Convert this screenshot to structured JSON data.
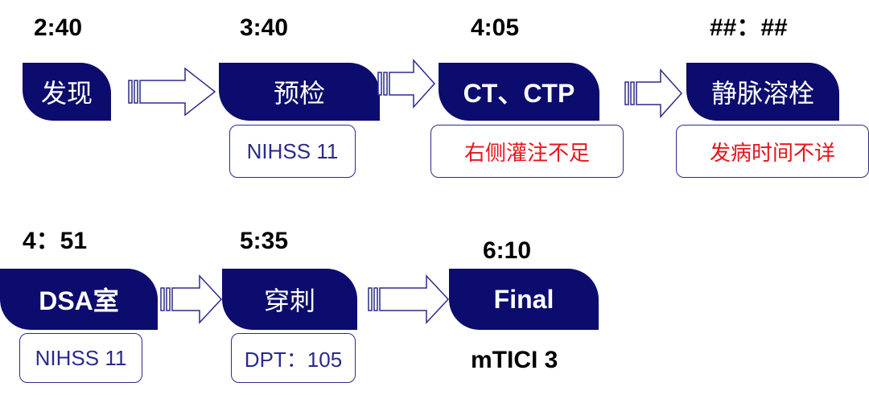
{
  "colors": {
    "stage_fill": "#0c0c6e",
    "stage_text": "#ffffff",
    "note_border": "#2b2b8c",
    "note_text_blue": "#2a2a8c",
    "note_text_red": "#e8141c",
    "arrow_stroke": "#2b2b8c"
  },
  "row1": {
    "steps": [
      {
        "time": "2:40",
        "stage": "发现"
      },
      {
        "time": "3:40",
        "stage": "预检",
        "note": "NIHSS 11"
      },
      {
        "time": "4:05",
        "stage": "CT、CTP",
        "note": "右侧灌注不足"
      },
      {
        "time": "##：##",
        "stage": "静脉溶栓",
        "note": "发病时间不详"
      }
    ]
  },
  "row2": {
    "steps": [
      {
        "time": "4：51",
        "stage": "DSA室",
        "note": "NIHSS 11"
      },
      {
        "time": "5:35",
        "stage": "穿刺",
        "note": "DPT：105"
      },
      {
        "time": "6:10",
        "stage": "Final",
        "result": "mTICI 3"
      }
    ]
  },
  "icons": {
    "flow_arrow": "striped-block-arrow-right-icon"
  }
}
